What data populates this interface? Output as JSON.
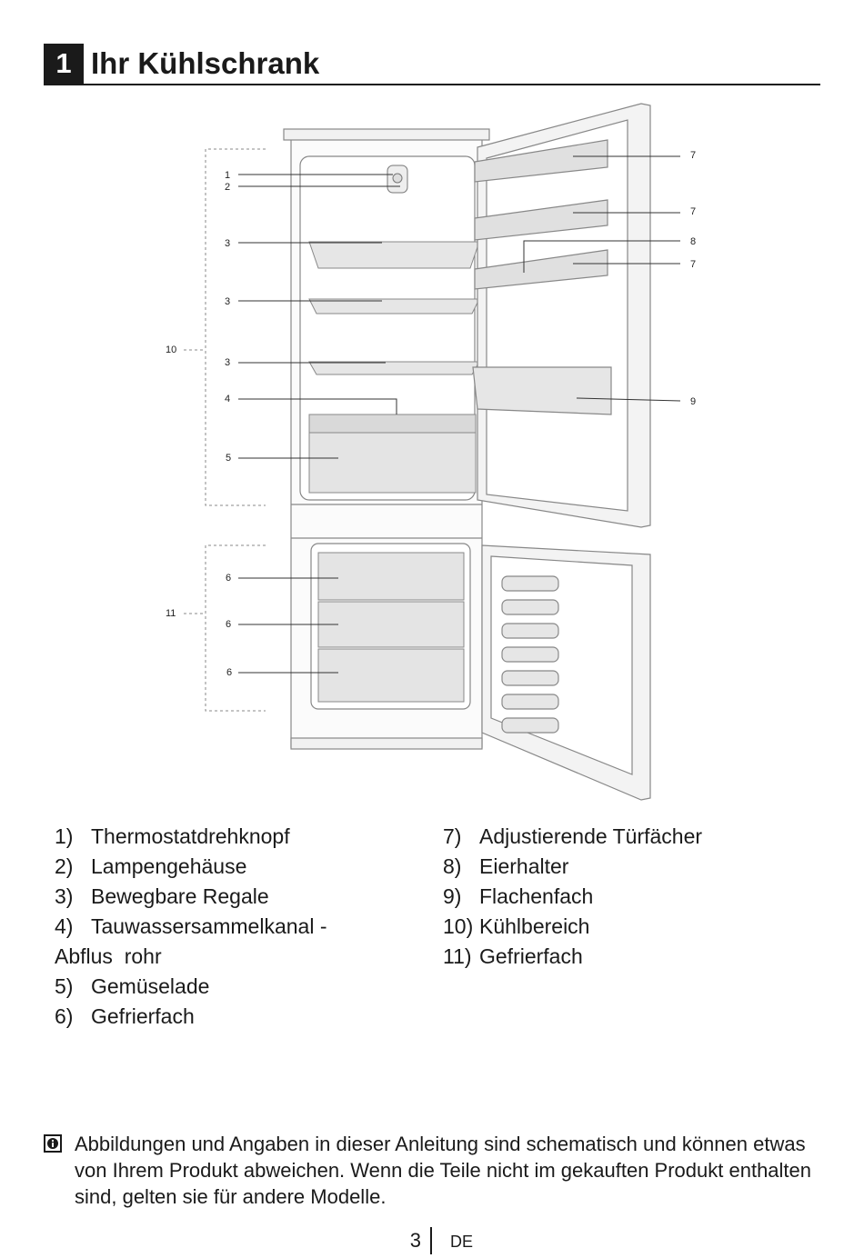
{
  "section": {
    "number": "1",
    "title": "Ihr Kühlschrank"
  },
  "diagram": {
    "callouts_left": [
      "1",
      "2",
      "3",
      "3",
      "3",
      "4",
      "5",
      "6",
      "6",
      "6"
    ],
    "callouts_right": [
      "7",
      "7",
      "8",
      "7",
      "9"
    ],
    "bracket_labels": [
      "10",
      "11"
    ]
  },
  "legend_left": [
    {
      "num": "1)",
      "text": "Thermostatdrehknopf"
    },
    {
      "num": "2)",
      "text": "Lampengehäuse"
    },
    {
      "num": "3)",
      "text": "Bewegbare Regale"
    },
    {
      "num": "4)",
      "text": "Tauwassersammelkanal -\nAbflus  rohr"
    },
    {
      "num": "5)",
      "text": "Gemüselade"
    },
    {
      "num": "6)",
      "text": "Gefrierfach"
    }
  ],
  "legend_right": [
    {
      "num": "7)",
      "text": "Adjustierende Türfächer"
    },
    {
      "num": "8)",
      "text": "Eierhalter"
    },
    {
      "num": "9)",
      "text": "Flachenfach"
    },
    {
      "num": "10)",
      "text": "Kühlbereich"
    },
    {
      "num": "11)",
      "text": "Gefrierfach"
    }
  ],
  "note": {
    "icon": "info-icon",
    "text": "Abbildungen und Angaben in dieser Anleitung sind schematisch und können etwas von Ihrem Produkt abweichen. Wenn die Teile nicht im gekauften Produkt enthalten sind, gelten sie für andere Modelle."
  },
  "footer": {
    "page": "3",
    "lang": "DE"
  }
}
